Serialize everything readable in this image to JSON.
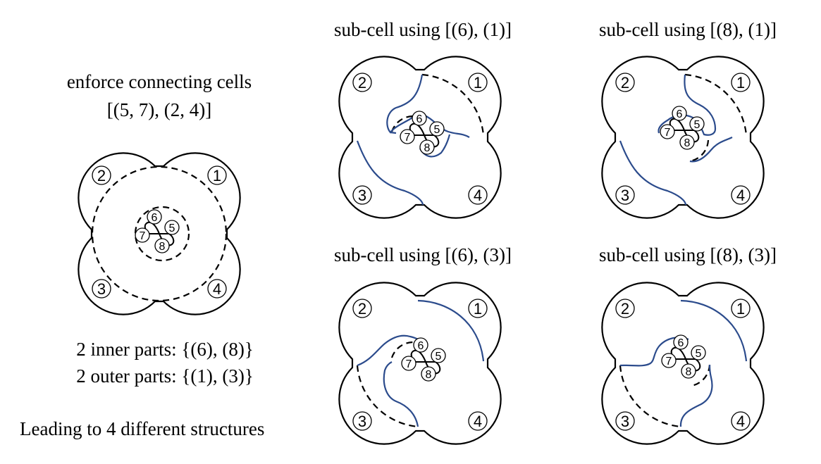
{
  "left": {
    "title_line1": "enforce connecting cells",
    "title_line2": "[(5, 7), (2, 4)]",
    "inner_parts": "2 inner parts: {(6), (8)}",
    "outer_parts": "2 outer parts: {(1), (3)}",
    "conclusion": "Leading to 4 different structures"
  },
  "subcells": [
    {
      "title": "sub-cell using [(6), (1)]"
    },
    {
      "title": "sub-cell using [(8), (1)]"
    },
    {
      "title": "sub-cell using [(6), (3)]"
    },
    {
      "title": "sub-cell using [(8), (3)]"
    }
  ],
  "labels": {
    "n1": "1",
    "n2": "2",
    "n3": "3",
    "n4": "4",
    "n5": "5",
    "n6": "6",
    "n7": "7",
    "n8": "8"
  },
  "colors": {
    "outline": "#000000",
    "highlight": "#2b4b8c"
  }
}
